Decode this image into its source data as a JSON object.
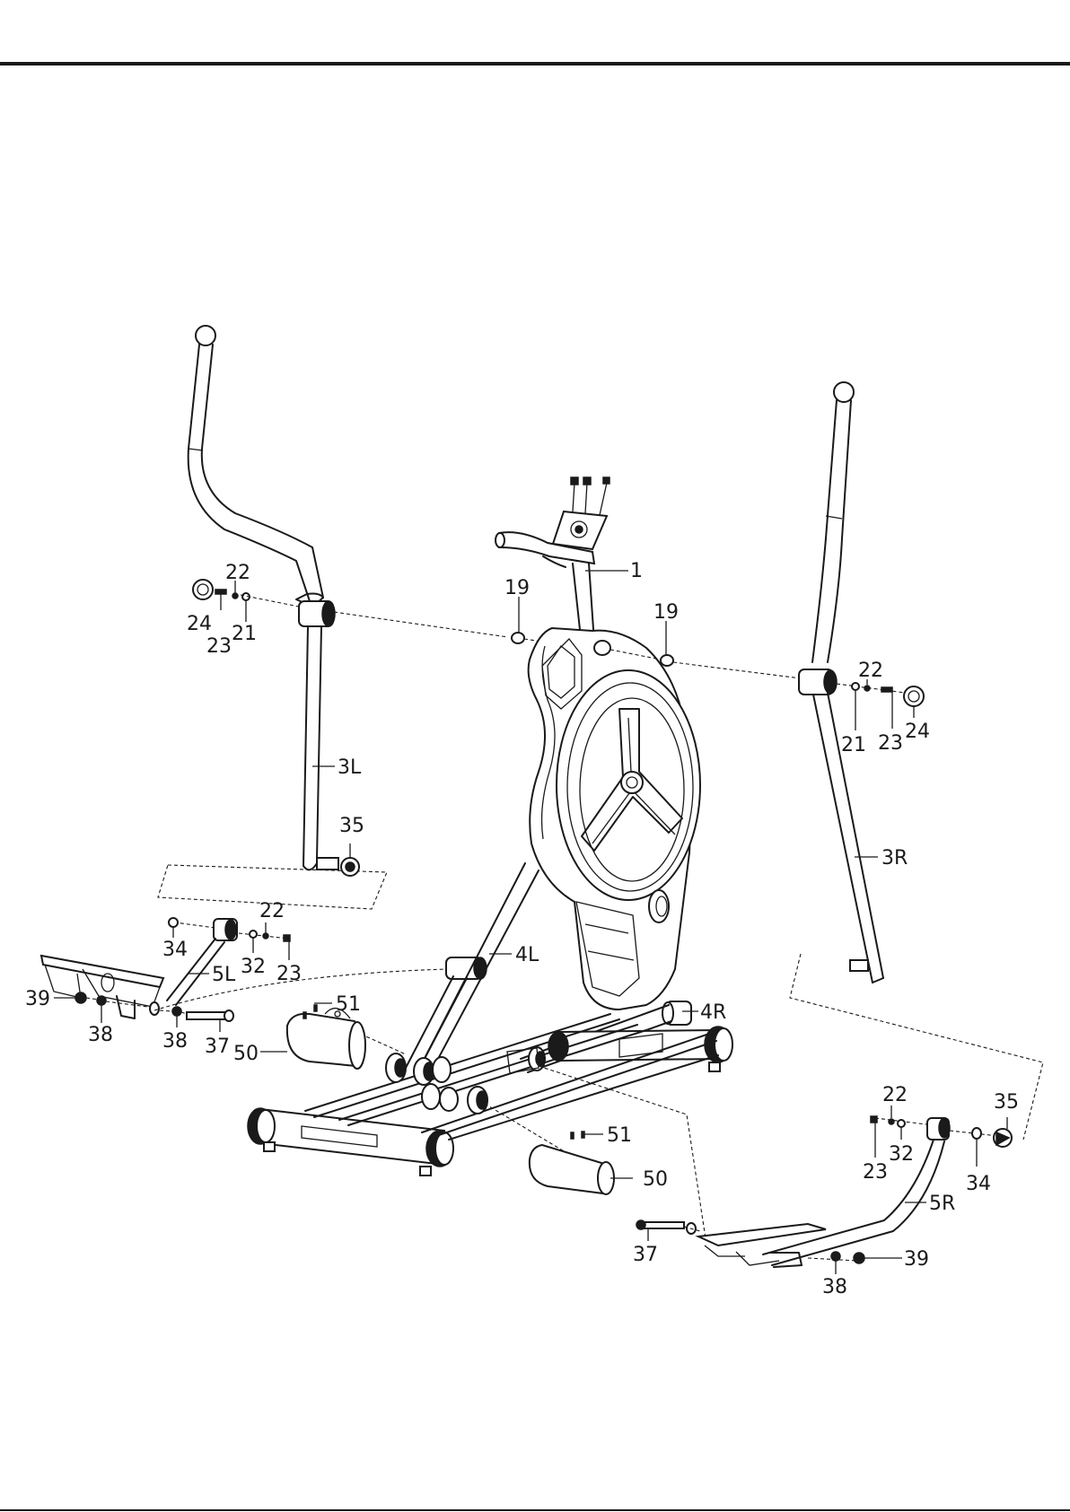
{
  "diagram": {
    "labels": [
      {
        "id": "l-1",
        "text": "1"
      },
      {
        "id": "l-19a",
        "text": "19"
      },
      {
        "id": "l-19b",
        "text": "19"
      },
      {
        "id": "l-22a",
        "text": "22"
      },
      {
        "id": "l-24a",
        "text": "24"
      },
      {
        "id": "l-21a",
        "text": "21"
      },
      {
        "id": "l-23a",
        "text": "23"
      },
      {
        "id": "l-22b",
        "text": "22"
      },
      {
        "id": "l-21b",
        "text": "21"
      },
      {
        "id": "l-23b",
        "text": "23"
      },
      {
        "id": "l-24b",
        "text": "24"
      },
      {
        "id": "l-3L",
        "text": "3L"
      },
      {
        "id": "l-35a",
        "text": "35"
      },
      {
        "id": "l-3R",
        "text": "3R"
      },
      {
        "id": "l-22c",
        "text": "22"
      },
      {
        "id": "l-34a",
        "text": "34"
      },
      {
        "id": "l-32a",
        "text": "32"
      },
      {
        "id": "l-23c",
        "text": "23"
      },
      {
        "id": "l-4L",
        "text": "4L"
      },
      {
        "id": "l-5L",
        "text": "5L"
      },
      {
        "id": "l-39a",
        "text": "39"
      },
      {
        "id": "l-38a",
        "text": "38"
      },
      {
        "id": "l-38b",
        "text": "38"
      },
      {
        "id": "l-37a",
        "text": "37"
      },
      {
        "id": "l-51a",
        "text": "51"
      },
      {
        "id": "l-50a",
        "text": "50"
      },
      {
        "id": "l-4R",
        "text": "4R"
      },
      {
        "id": "l-22d",
        "text": "22"
      },
      {
        "id": "l-35b",
        "text": "35"
      },
      {
        "id": "l-23d",
        "text": "23"
      },
      {
        "id": "l-32b",
        "text": "32"
      },
      {
        "id": "l-34b",
        "text": "34"
      },
      {
        "id": "l-5R",
        "text": "5R"
      },
      {
        "id": "l-51b",
        "text": "51"
      },
      {
        "id": "l-50b",
        "text": "50"
      },
      {
        "id": "l-37b",
        "text": "37"
      },
      {
        "id": "l-38c",
        "text": "38"
      },
      {
        "id": "l-39b",
        "text": "39"
      }
    ]
  }
}
